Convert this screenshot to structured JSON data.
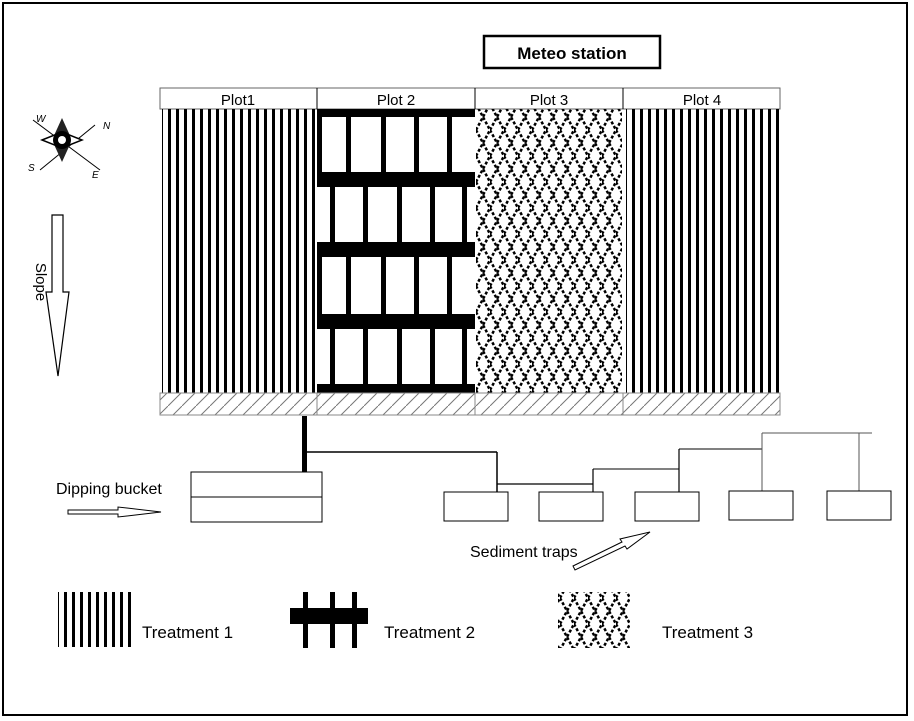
{
  "title": "Meteo station",
  "plots": [
    "Plot1",
    "Plot 2",
    "Plot 3",
    "Plot 4"
  ],
  "slope_label": "Slope",
  "compass": {
    "n": "N",
    "s": "S",
    "e": "E",
    "w": "W"
  },
  "dipping_bucket_label": "Dipping bucket",
  "sediment_traps_label": "Sediment traps",
  "legend": [
    "Treatment 1",
    "Treatment 2",
    "Treatment 3"
  ]
}
